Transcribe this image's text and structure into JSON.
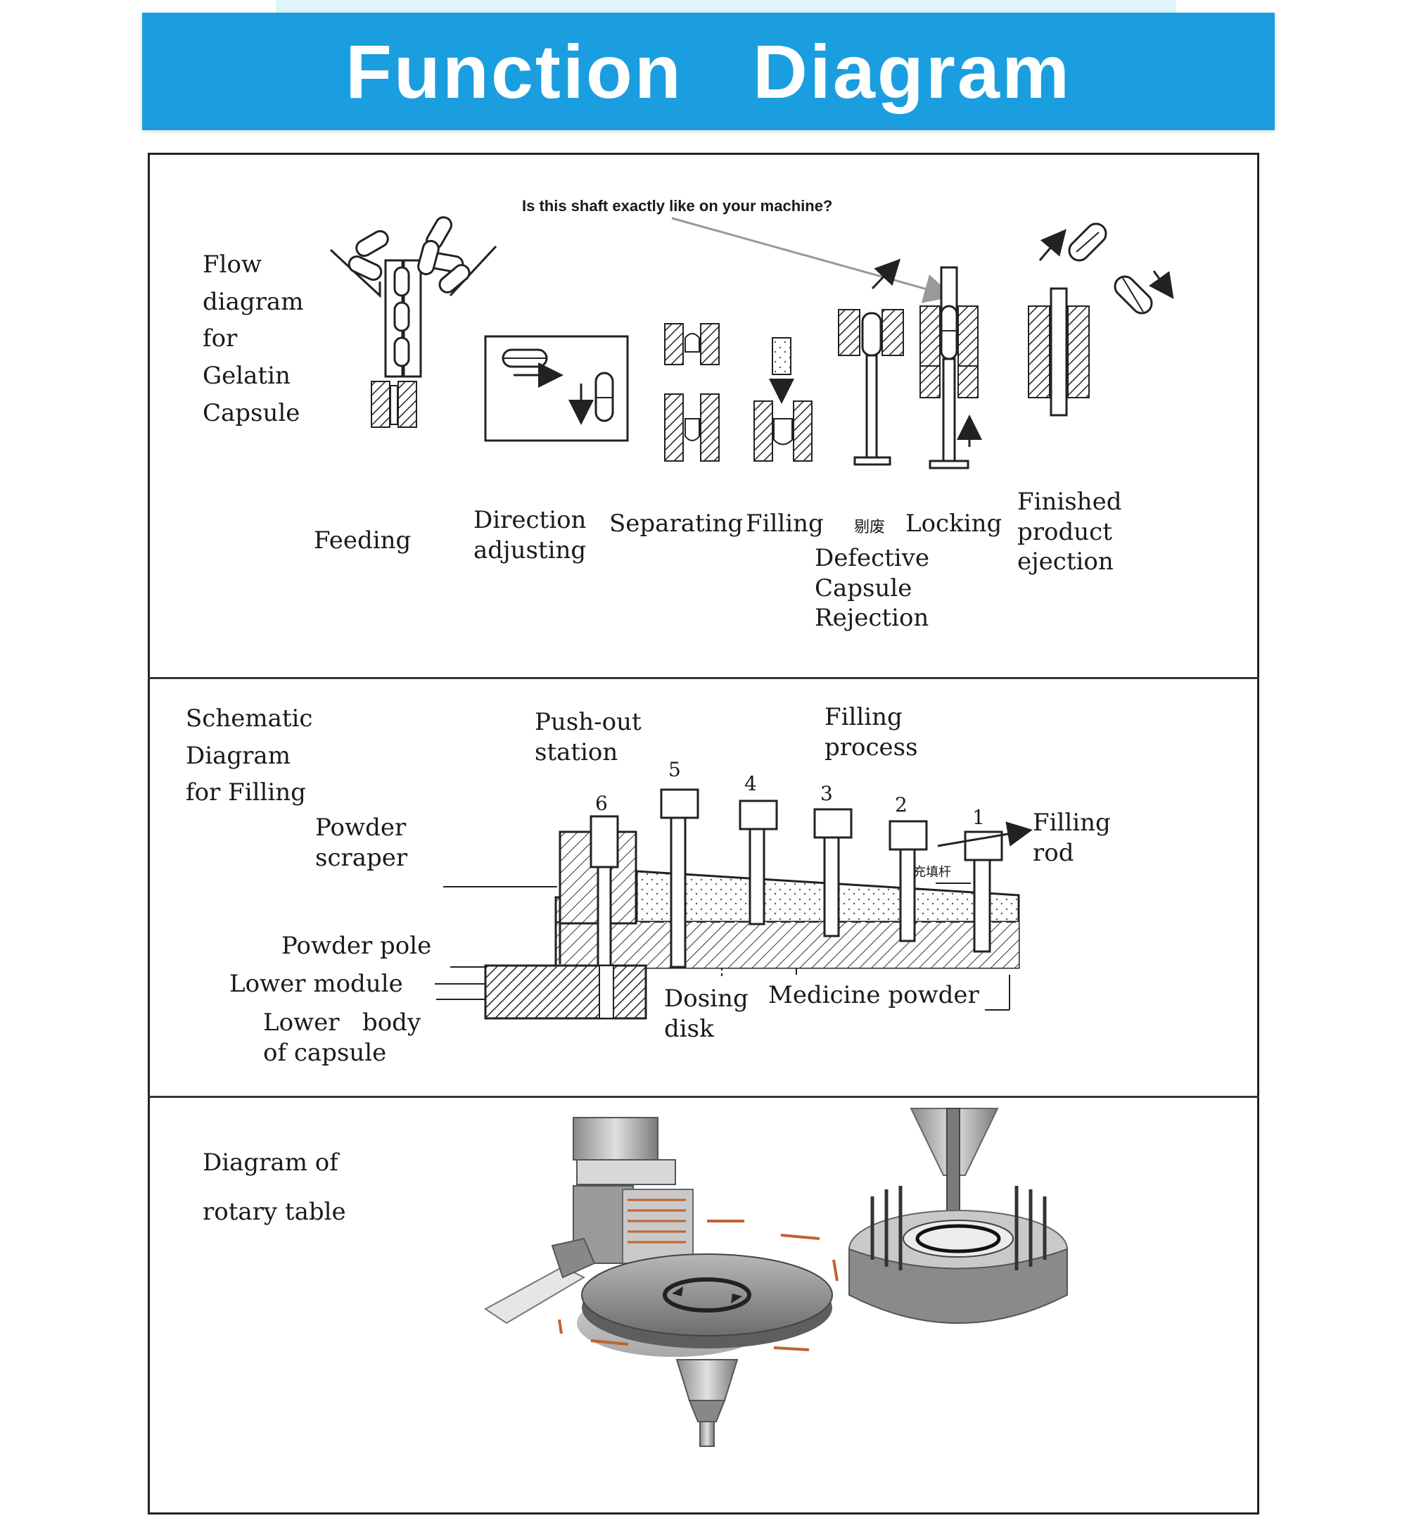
{
  "banner": {
    "title": "Function   Diagram"
  },
  "colors": {
    "banner_bg": "#1a9ee0",
    "banner_text": "#ffffff",
    "line": "#222222"
  },
  "flow": {
    "heading": "Flow\ndiagram\nfor\nGelatin\nCapsule",
    "note": "Is this shaft exactly like on your machine?",
    "feeding": "Feeding",
    "direction": "Direction\nadjusting",
    "separating": "Separating",
    "filling": "Filling",
    "chinese_mark": "剔废",
    "locking": "Locking",
    "defective": "Defective\nCapsule\nRejection",
    "finished": "Finished\nproduct\nejection"
  },
  "filling": {
    "heading": "Schematic\nDiagram\nfor Filling",
    "pushout": "Push-out\nstation",
    "process": "Filling\nprocess",
    "scraper": "Powder\nscraper",
    "pole": "Powder pole",
    "lower_module": "Lower module",
    "lower_body": "Lower   body\nof capsule",
    "dosing": "Dosing\ndisk",
    "medicine": "Medicine powder",
    "rod": "Filling\nrod",
    "chinese_rod": "充填杆",
    "stations": [
      "6",
      "5",
      "4",
      "3",
      "2",
      "1"
    ]
  },
  "rotary": {
    "heading": "Diagram of\nrotary table"
  }
}
